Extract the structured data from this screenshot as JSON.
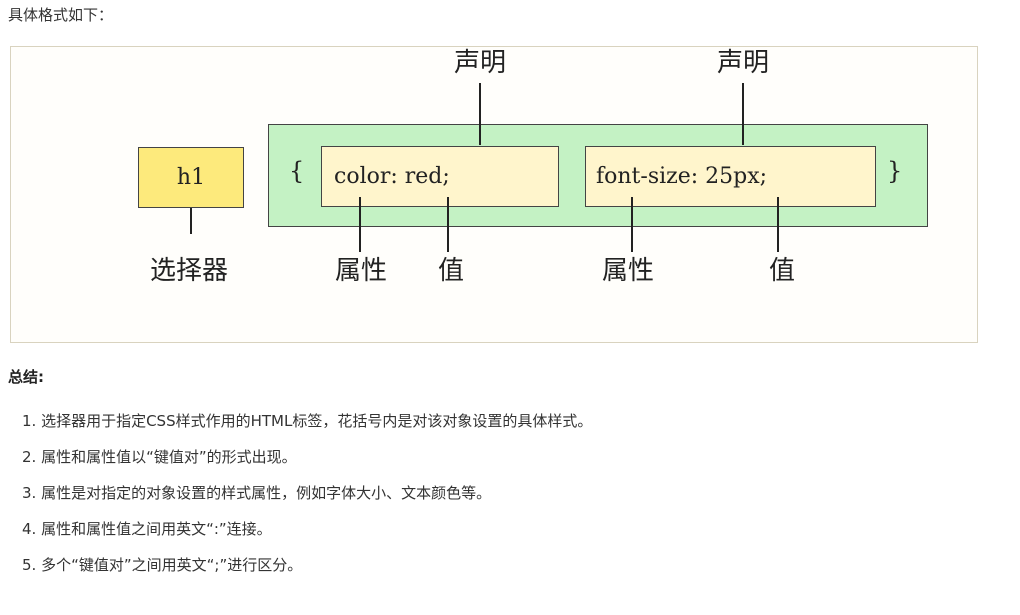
{
  "intro": "具体格式如下：",
  "diagram": {
    "selector": "h1",
    "brace_open": "{",
    "brace_close": "}",
    "declarations": [
      "color: red;",
      "font-size: 25px;"
    ],
    "label_declaration": "声明",
    "label_selector": "选择器",
    "label_property": "属性",
    "label_value": "值"
  },
  "summary": {
    "title": "总结:",
    "items": [
      "1. 选择器用于指定CSS样式作用的HTML标签，花括号内是对该对象设置的具体样式。",
      "2. 属性和属性值以“键值对”的形式出现。",
      "3. 属性是对指定的对象设置的样式属性，例如字体大小、文本颜色等。",
      "4. 属性和属性值之间用英文“:”连接。",
      "5. 多个“键值对”之间用英文“;”进行区分。"
    ]
  }
}
